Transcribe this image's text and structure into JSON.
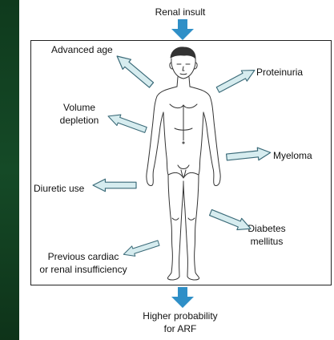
{
  "diagram": {
    "top_label": "Renal insult",
    "bottom_label_line1": "Higher probability",
    "bottom_label_line2": "for ARF",
    "factors": {
      "advanced_age": "Advanced age",
      "volume_depletion_line1": "Volume",
      "volume_depletion_line2": "depletion",
      "diuretic_use": "Diuretic use",
      "previous_line1": "Previous cardiac",
      "previous_line2": "or renal insufficiency",
      "proteinuria": "Proteinuria",
      "myeloma": "Myeloma",
      "diabetes_line1": "Diabetes",
      "diabetes_line2": "mellitus"
    }
  },
  "colors": {
    "arrow_fill": "#d6ecef",
    "arrow_stroke": "#3a6a78",
    "big_arrow": "#2f8fc7",
    "background_green": "#1d4a2c"
  },
  "icons": [
    "human-body-outline",
    "arrow-down",
    "arrow-icon"
  ]
}
